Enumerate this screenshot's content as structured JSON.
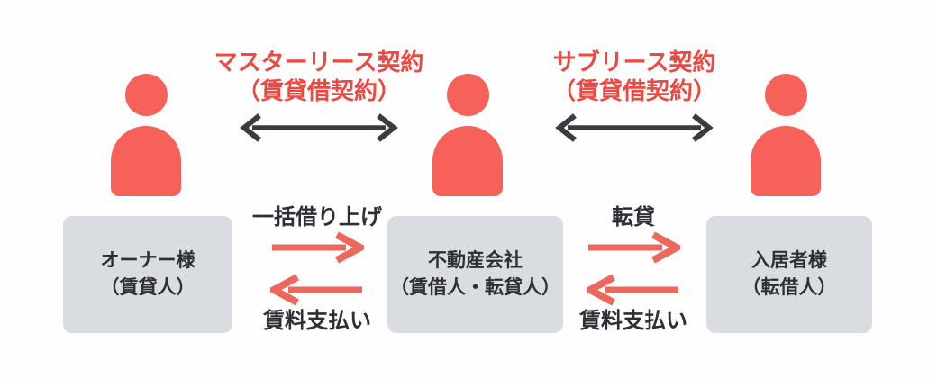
{
  "colors": {
    "person_coral": "#F6625A",
    "title_red": "#EF4840",
    "arrow_red": "#EC685C",
    "arrow_dark": "#3B3B42",
    "text_dark": "#2E2F36",
    "box_gray": "#D9DCE1",
    "background": "#FFFEFE"
  },
  "contracts": [
    {
      "title": "マスターリース契約",
      "subtitle": "（賃貸借契約）"
    },
    {
      "title": "サブリース契約",
      "subtitle": "（賃貸借契約）"
    }
  ],
  "actors": [
    {
      "name": "オーナー様",
      "role": "（賃貸人）"
    },
    {
      "name": "不動産会社",
      "role": "（賃借人・転貸人）"
    },
    {
      "name": "入居者様",
      "role": "（転借人）"
    }
  ],
  "flows": [
    {
      "forward": "一括借り上げ",
      "back": "賃料支払い"
    },
    {
      "forward": "転貸",
      "back": "賃料支払い"
    }
  ]
}
